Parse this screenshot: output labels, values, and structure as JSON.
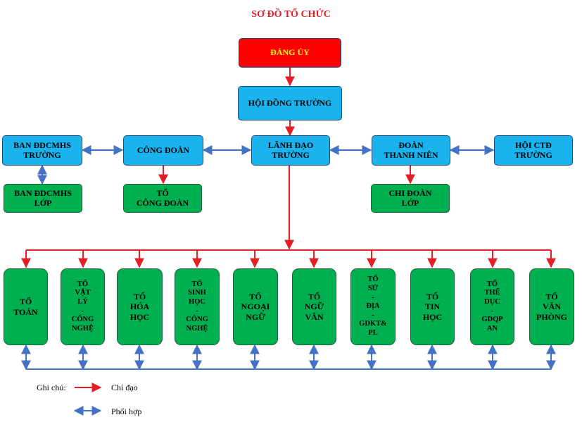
{
  "title": "SƠ ĐỒ TỔ CHỨC",
  "nodes": {
    "dang_uy": "ĐẢNG ỦY",
    "hoi_dong_truong": "HỘI ĐỒNG TRƯỜNG",
    "ban_ddcmhs_truong": "BAN ĐDCMHS\nTRƯỜNG",
    "cong_doan": "CÔNG ĐOÀN",
    "lanh_dao_truong": "LÃNH ĐẠO\nTRƯỜNG",
    "doan_thanh_nien": "ĐOÀN\nTHANH NIÊN",
    "hoi_ctd_truong": "HỘI CTĐ\nTRƯỜNG",
    "ban_ddcmhs_lop": "BAN ĐDCMHS\nLỚP",
    "to_cong_doan": "TỔ\nCÔNG ĐOÀN",
    "chi_doan_lop": "CHI ĐOÀN\nLỚP"
  },
  "departments": [
    "TỔ\nTOÁN",
    "TỔ\nVẬT\nLÝ\n-\nCÔNG\nNGHỆ",
    "TỔ\nHÓA\nHỌC",
    "TỔ\nSINH\nHỌC\n-\nCÔNG\nNGHỆ",
    "TỔ\nNGOẠI\nNGỮ",
    "TỔ\nNGỮ\nVĂN",
    "TỔ\nSỬ\n-\nĐỊA\n-\nGDKT&\nPL",
    "TỔ\nTIN\nHỌC",
    "TỔ\nTHỂ\nDỤC\n-\nGDQP\nAN",
    "TỔ\nVĂN\nPHÒNG"
  ],
  "legend": {
    "caption": "Ghi chú:",
    "direct": "Chỉ đạo",
    "coordinate": "Phối hợp"
  },
  "colors": {
    "direct_arrow": "#e31e24",
    "coordinate_arrow": "#4472c4",
    "top_box": "#ff0000",
    "blue_box": "#1ab3ee",
    "green_box": "#00b050"
  }
}
